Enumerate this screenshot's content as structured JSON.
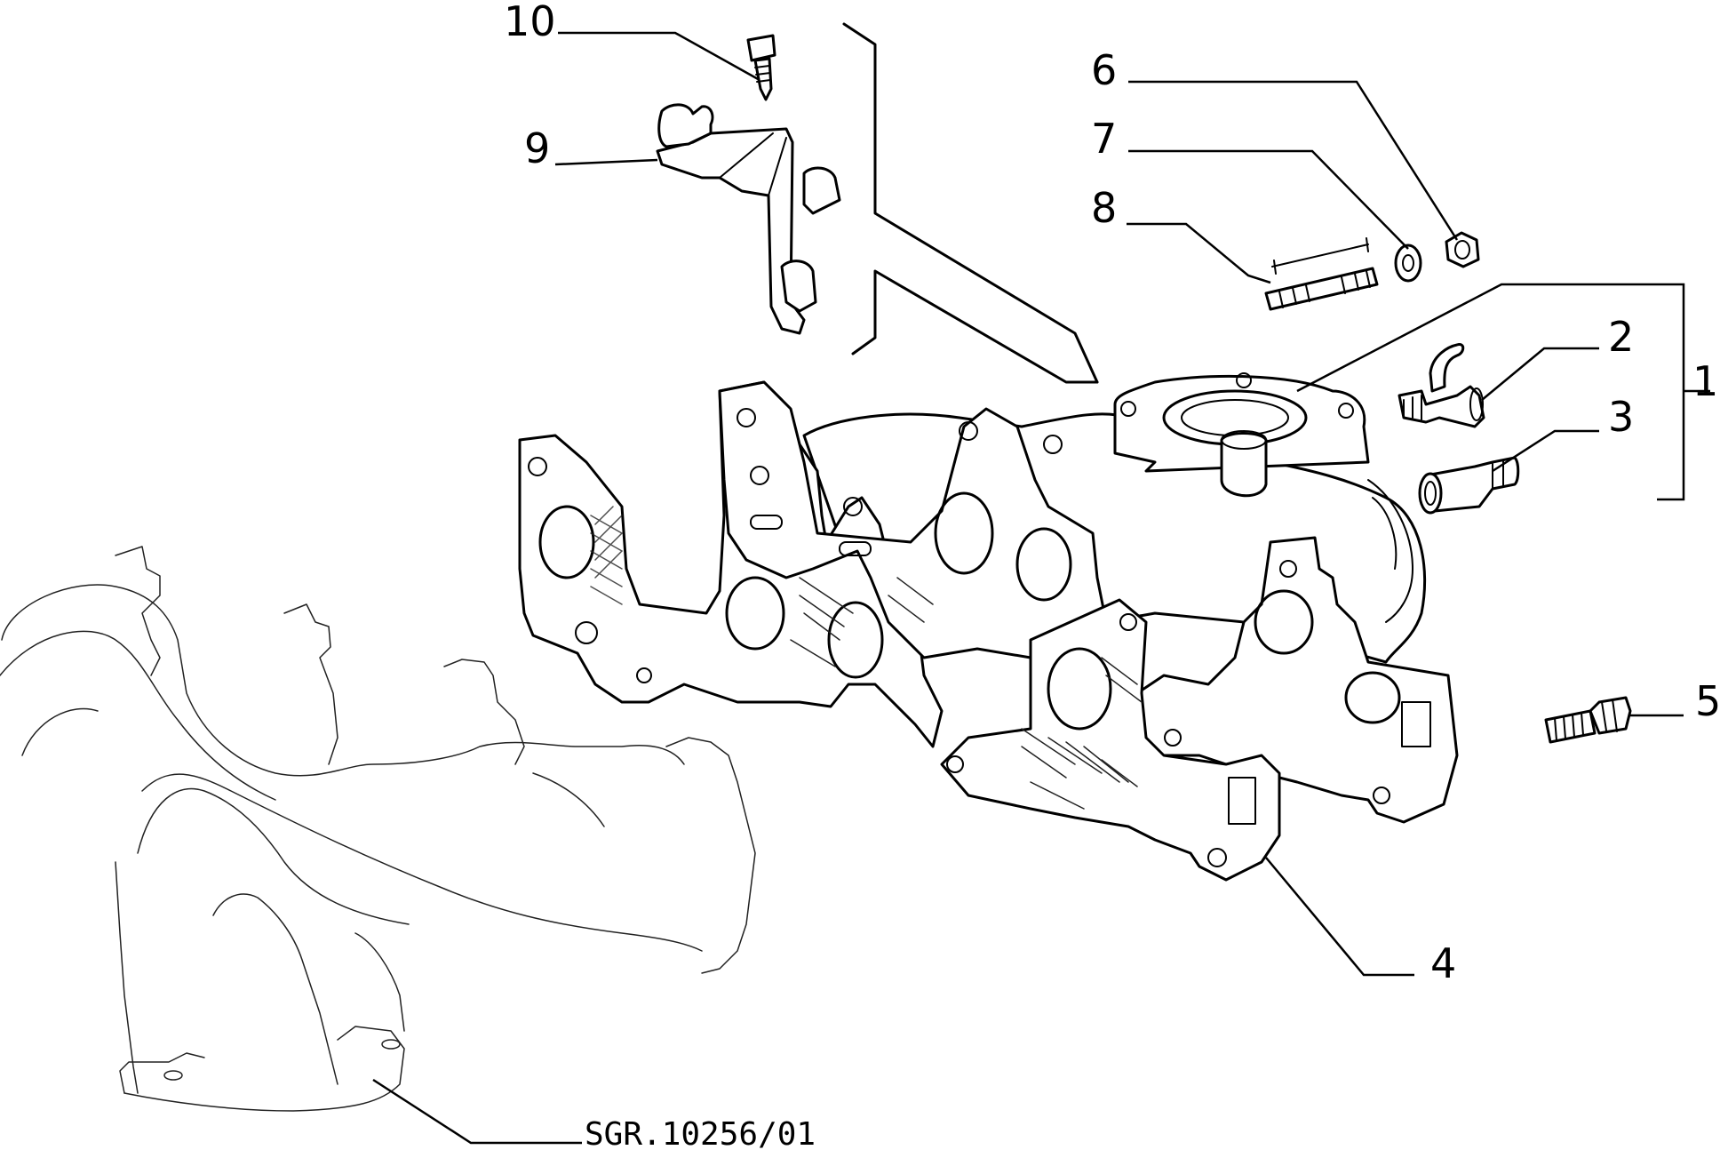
{
  "diagram": {
    "reference_code": "SGR.10256/01",
    "callouts": [
      {
        "id": "1",
        "label": "1"
      },
      {
        "id": "2",
        "label": "2"
      },
      {
        "id": "3",
        "label": "3"
      },
      {
        "id": "4",
        "label": "4"
      },
      {
        "id": "5",
        "label": "5"
      },
      {
        "id": "6",
        "label": "6"
      },
      {
        "id": "7",
        "label": "7"
      },
      {
        "id": "8",
        "label": "8"
      },
      {
        "id": "9",
        "label": "9"
      },
      {
        "id": "10",
        "label": "10"
      }
    ]
  }
}
